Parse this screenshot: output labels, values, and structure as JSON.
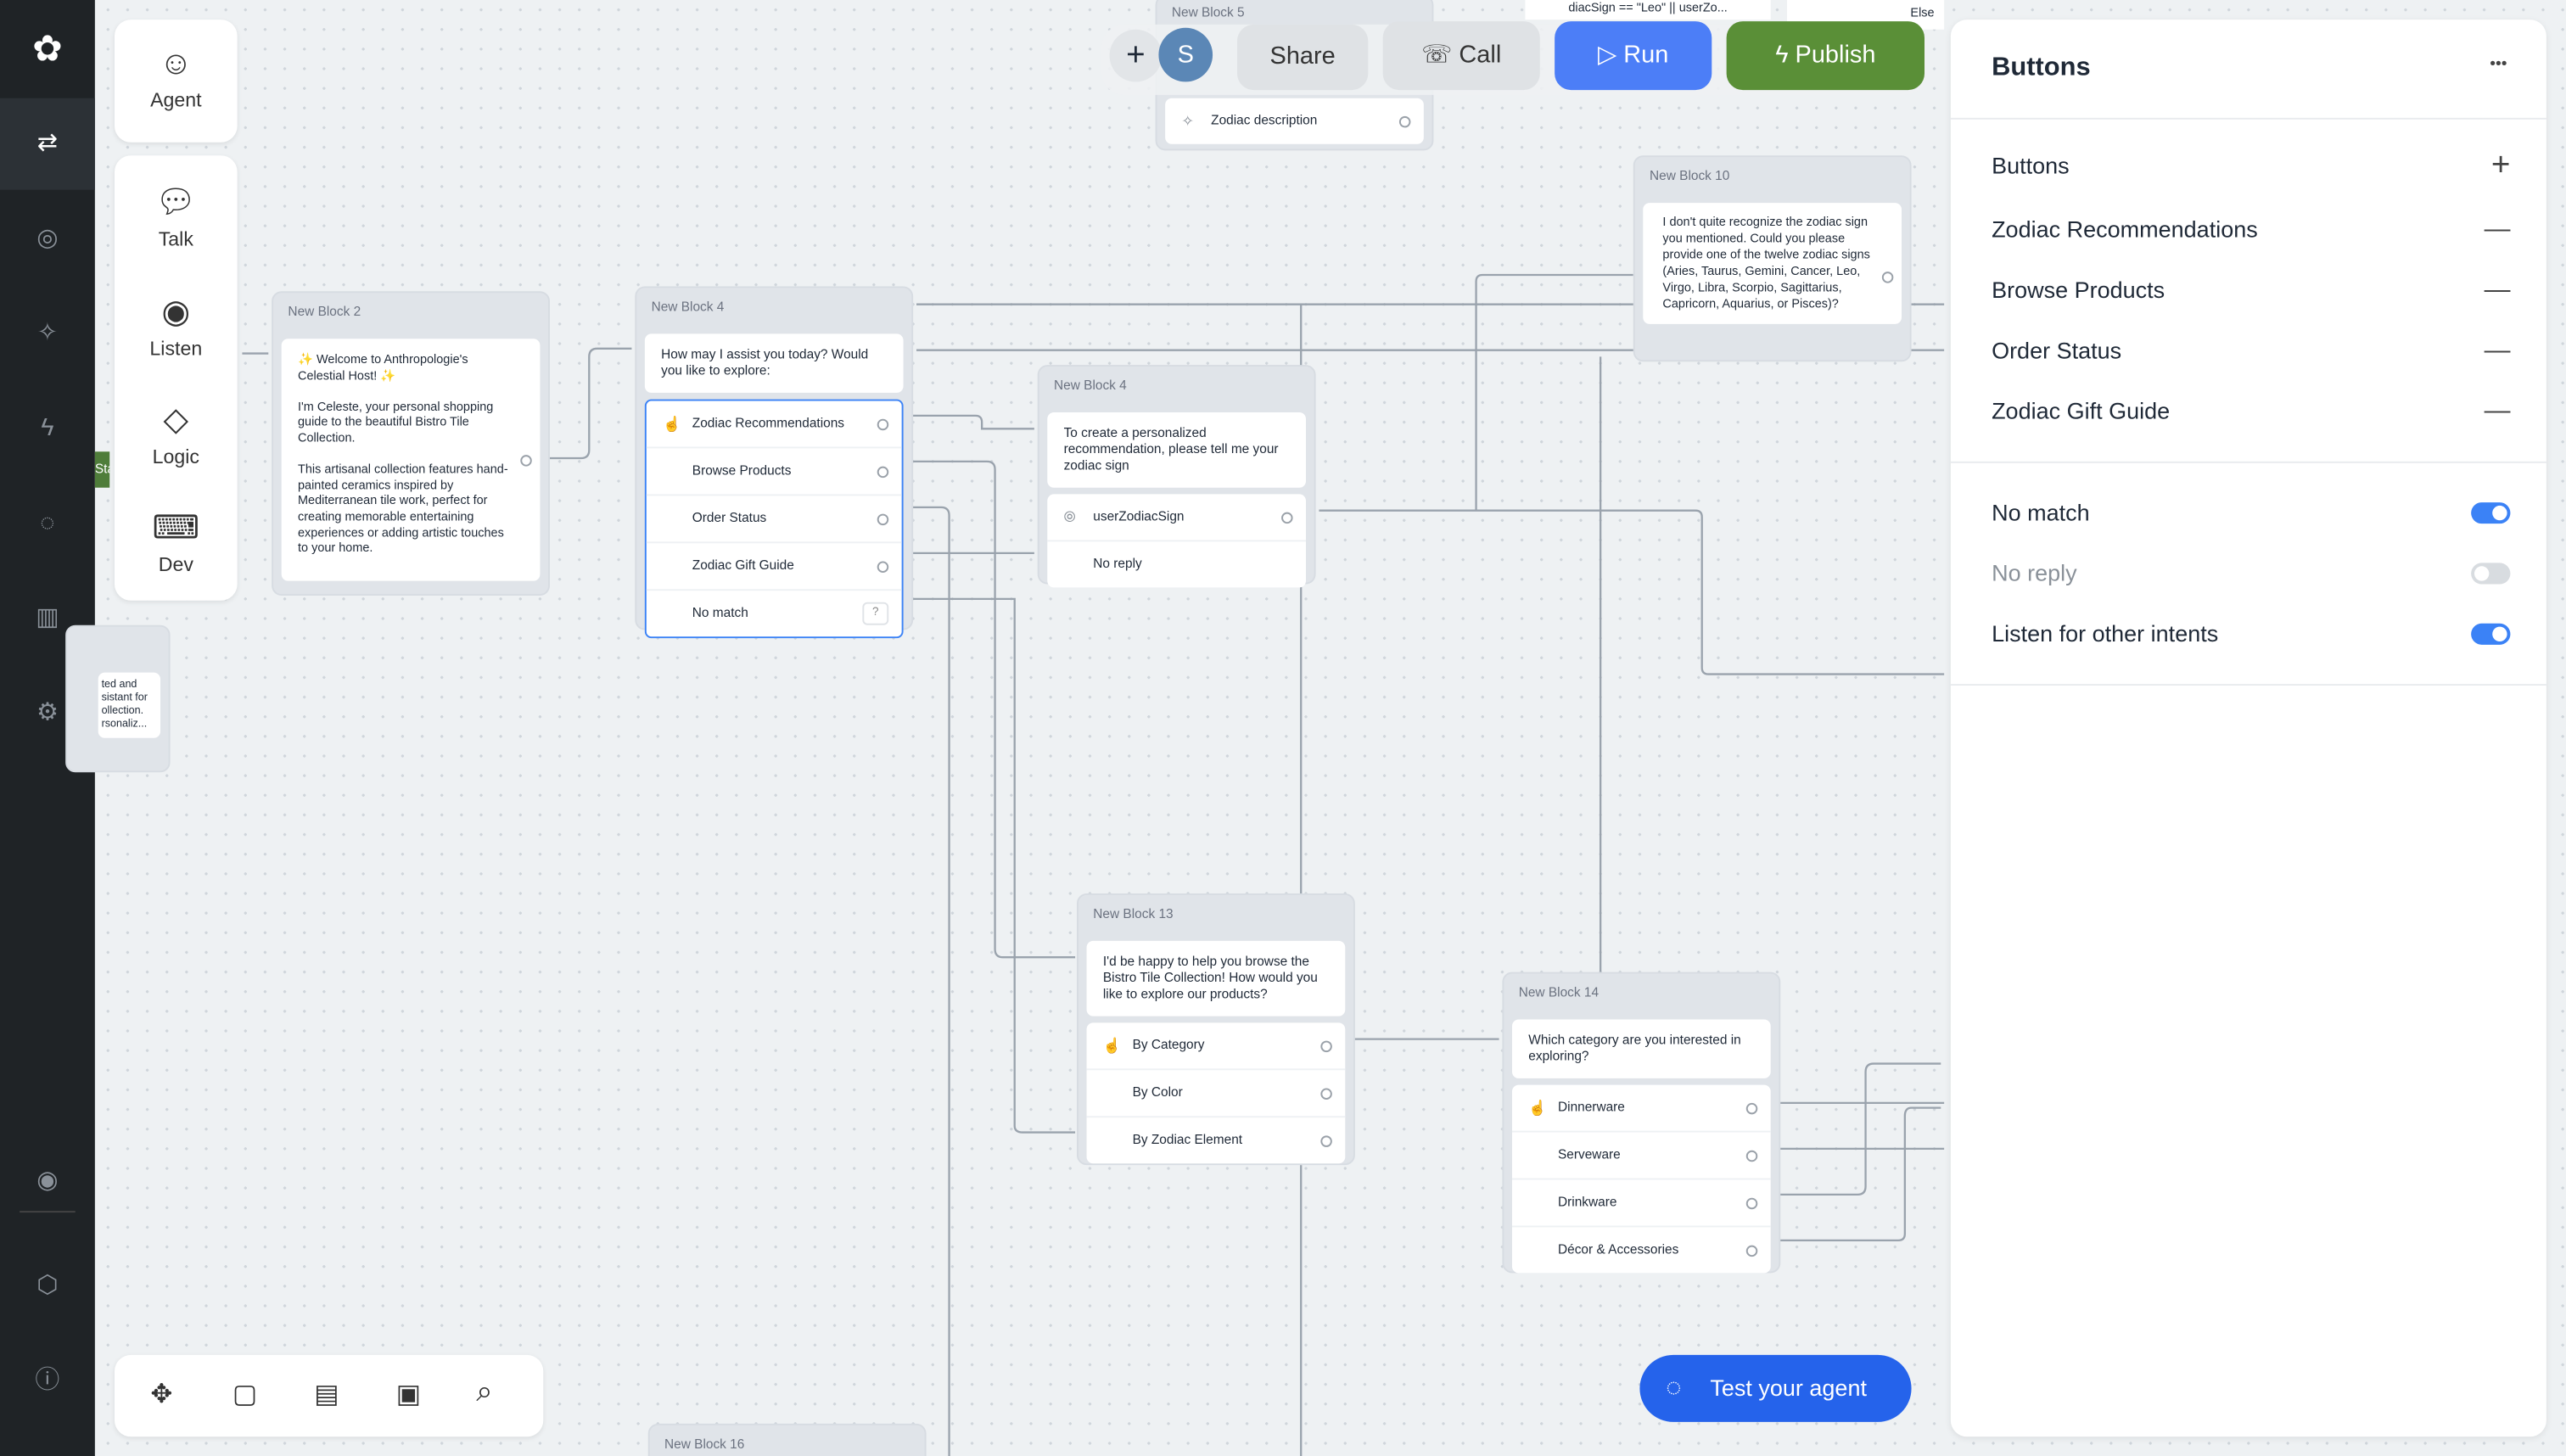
{
  "toolbar": {
    "add": "+",
    "avatar": "S",
    "share": "Share",
    "call": "Call",
    "run": "Run",
    "publish": "Publish"
  },
  "colors": {
    "run": "#4c7ef7",
    "publish": "#5a8f37",
    "avatar": "#5b87b6",
    "toggle_on": "#3b82f6",
    "selected_border": "#3b82f6",
    "rail": "#1f2326"
  },
  "palette": {
    "agent": "Agent",
    "items": [
      "Talk",
      "Listen",
      "Logic",
      "Dev"
    ]
  },
  "rail_icons": [
    "logo-icon",
    "workflow-icon",
    "brain-icon",
    "puzzle-icon",
    "integrations-icon",
    "conversations-icon",
    "analytics-icon",
    "settings-icon",
    "target-icon",
    "cube-icon",
    "info-icon"
  ],
  "start_label": "Sta",
  "partial_block": {
    "text": "ted and\nsistant for\nollection.\nrsonaliz..."
  },
  "top_partial": {
    "header": "New Block 5",
    "option": "Zodiac description",
    "cond": "diacSign == \"Leo\" || userZo...",
    "else": "Else"
  },
  "blocks": {
    "b2": {
      "header": "New Block 2",
      "message": "✨ Welcome to Anthropologie's Celestial Host! ✨\n\nI'm Celeste, your personal shopping guide to the beautiful Bistro Tile Collection.\n\nThis artisanal collection features hand-painted ceramics inspired by Mediterranean tile work, perfect for creating memorable entertaining experiences or adding artistic touches to your home."
    },
    "b4": {
      "header": "New Block 4",
      "message": "How may I assist you today? Would you like to explore:",
      "options": [
        "Zodiac Recommendations",
        "Browse Products",
        "Order Status",
        "Zodiac Gift Guide",
        "No match"
      ]
    },
    "b4b": {
      "header": "New Block 4",
      "message": "To create a personalized recommendation, please tell me your zodiac sign",
      "options": [
        "userZodiacSign",
        "No reply"
      ]
    },
    "b10": {
      "header": "New Block 10",
      "message": "I don't quite recognize the zodiac sign you mentioned. Could you please provide one of the twelve zodiac signs (Aries, Taurus, Gemini, Cancer, Leo, Virgo, Libra, Scorpio, Sagittarius, Capricorn, Aquarius, or Pisces)?"
    },
    "b13": {
      "header": "New Block 13",
      "message": "I'd be happy to help you browse the Bistro Tile Collection! How would you like to explore our products?",
      "options": [
        "By Category",
        "By Color",
        "By Zodiac Element"
      ]
    },
    "b14": {
      "header": "New Block 14",
      "message": "Which category are you interested in exploring?",
      "options": [
        "Dinnerware",
        "Serveware",
        "Drinkware",
        "Décor & Accessories"
      ]
    },
    "b16": {
      "header": "New Block 16"
    }
  },
  "panel": {
    "title": "Buttons",
    "more": "•••",
    "section": "Buttons",
    "add": "+",
    "buttons": [
      "Zodiac Recommendations",
      "Browse Products",
      "Order Status",
      "Zodiac Gift Guide"
    ],
    "toggles": [
      {
        "label": "No match",
        "on": true
      },
      {
        "label": "No reply",
        "on": false
      },
      {
        "label": "Listen for other intents",
        "on": true
      }
    ]
  },
  "test_agent": "Test your agent"
}
